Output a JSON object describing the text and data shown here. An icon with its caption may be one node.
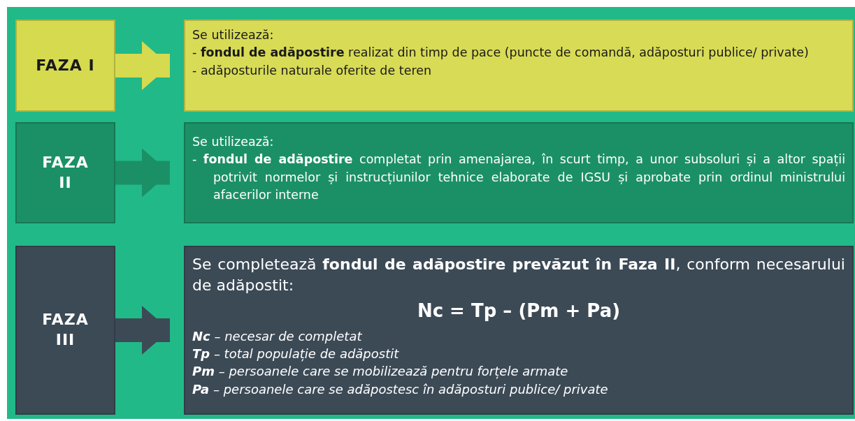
{
  "diagram": {
    "nodes": [
      {
        "text": [
          "FAZA I"
        ]
      },
      {
        "text": [
          "Se utilizează:",
          "- **fondul de adăpostire** realizat din timp de pace (puncte de comandă, adăposturi publice/ private)",
          "- adăposturile naturale oferite de teren"
        ]
      },
      {
        "text": [
          "FAZA II"
        ]
      },
      {
        "text": [
          "Se utilizează:",
          "- **fondul de adăpostire** completat prin amenajarea, în scurt timp, a unor subsoluri și a altor spații potrivit normelor și instrucțiunilor tehnice elaborate de IGSU și aprobate prin ordinul ministrului afacerilor interne"
        ]
      },
      {
        "text": [
          "FAZA III"
        ]
      },
      {
        "text": [
          "Se completează **fondul de adăpostire prevăzut în Faza II**, conform necesarului de adăpostit:",
          "Nc = Tp – (Pm + Pa)",
          "**Nc** – necesar de completat",
          "**Tp** – total populație de adăpostit",
          "**Pm** – persoanele care se mobilizează pentru forțele armate",
          "**Pa** – persoanele care se adăpostesc în adăposturi publice/ private"
        ]
      }
    ],
    "edges": [
      {
        "from": 0,
        "to": 1,
        "arrow": "to",
        "color": "#d5da4f"
      },
      {
        "from": 2,
        "to": 3,
        "arrow": "to",
        "color": "#1b9066"
      },
      {
        "from": 4,
        "to": 5,
        "arrow": "to",
        "color": "#3c4a56"
      }
    ]
  }
}
